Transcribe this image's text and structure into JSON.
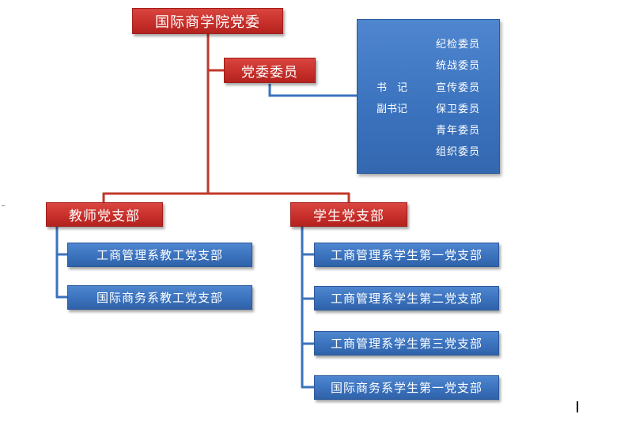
{
  "root": {
    "label": "国际商学院党委"
  },
  "committee": {
    "label": "党委委员"
  },
  "members_panel": {
    "roles": [
      "书　记",
      "副书记"
    ],
    "members": [
      "纪检委员",
      "统战委员",
      "宣传委员",
      "保卫委员",
      "青年委员",
      "组织委员"
    ]
  },
  "teacher_branch": {
    "label": "教师党支部",
    "subs": [
      "工商管理系教工党支部",
      "国际商务系教工党支部"
    ]
  },
  "student_branch": {
    "label": "学生党支部",
    "subs": [
      "工商管理系学生第一党支部",
      "工商管理系学生第二党支部",
      "工商管理系学生第三党支部",
      "国际商务系学生第一党支部"
    ]
  },
  "colors": {
    "red_line": "#c0392b",
    "blue_line": "#3b72bd",
    "red_box": "#c8302b",
    "blue_box": "#3b72bd"
  }
}
